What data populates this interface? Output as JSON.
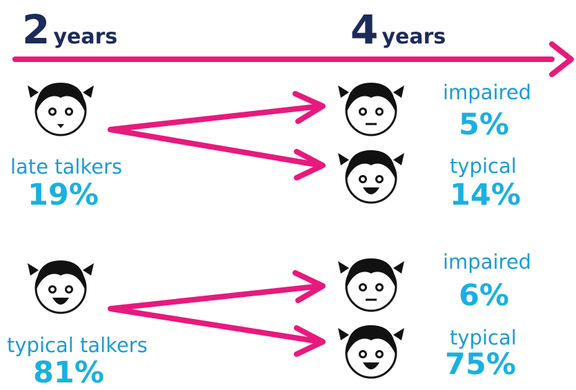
{
  "header": {
    "left": {
      "number": "2",
      "unit": "years"
    },
    "right": {
      "number": "4",
      "unit": "years"
    }
  },
  "groups": [
    {
      "label": "late talkers",
      "percent": "19%",
      "outcomes": [
        {
          "label": "impaired",
          "percent": "5%"
        },
        {
          "label": "typical",
          "percent": "14%"
        }
      ]
    },
    {
      "label": "typical talkers",
      "percent": "81%",
      "outcomes": [
        {
          "label": "impaired",
          "percent": "6%"
        },
        {
          "label": "typical",
          "percent": "75%"
        }
      ]
    }
  ],
  "colors": {
    "arrow": "#e8197d",
    "title": "#1c2b5a",
    "label": "#1b9bd6",
    "percent": "#1ab0e0"
  }
}
